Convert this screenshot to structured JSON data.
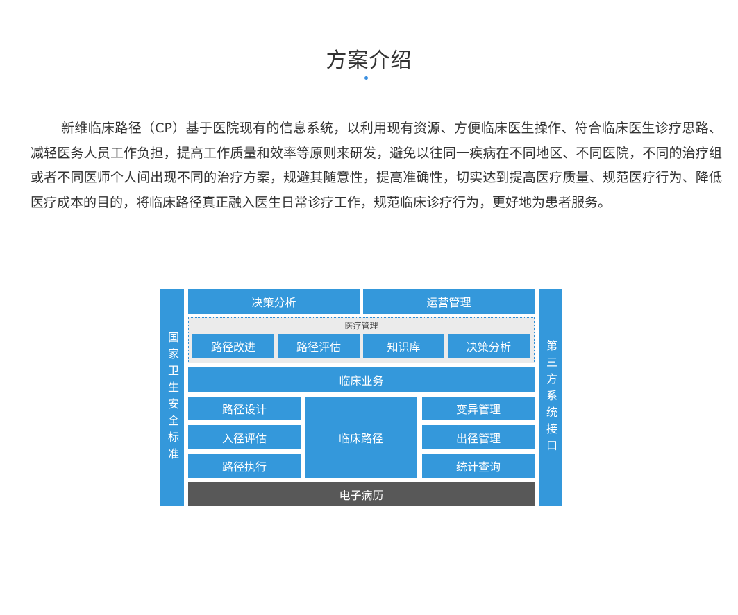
{
  "header": {
    "title": "方案介绍"
  },
  "intro": {
    "text": "新维临床路径（CP）基于医院现有的信息系统，以利用现有资源、方便临床医生操作、符合临床医生诊疗思路、减轻医务人员工作负担，提高工作质量和效率等原则来研发，避免以往同一疾病在不同地区、不同医院，不同的治疗组或者不同医师个人间出现不同的治疗方案，规避其随意性，提高准确性，切实达到提高医疗质量、规范医疗行为、降低医疗成本的目的，将临床路径真正融入医生日常诊疗工作，规范临床诊疗行为，更好地为患者服务。"
  },
  "diagram": {
    "left_bar": "国家卫生安全标准",
    "right_bar": "第三方系统接口",
    "top_row": [
      "决策分析",
      "运营管理"
    ],
    "medical_management": {
      "label": "医疗管理",
      "items": [
        "路径改进",
        "路径评估",
        "知识库",
        "决策分析"
      ]
    },
    "clinical_business": "临床业务",
    "left_column": [
      "路径设计",
      "入径评估",
      "路径执行"
    ],
    "center": "临床路径",
    "right_column": [
      "变异管理",
      "出径管理",
      "统计查询"
    ],
    "bottom": "电子病历",
    "colors": {
      "box_blue": "#3498db",
      "bottom_dark": "#585858",
      "group_background": "#ebebeb",
      "accent_dot": "#3b8fe0"
    }
  }
}
